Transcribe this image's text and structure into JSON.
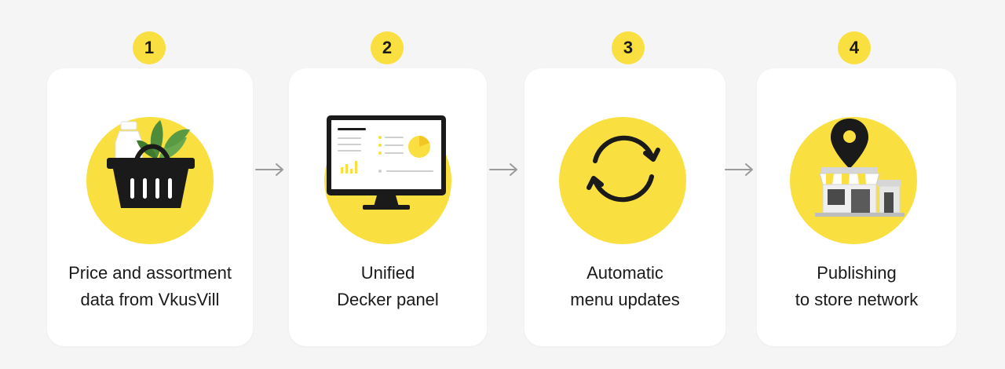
{
  "steps": [
    {
      "number": "1",
      "label_lines": [
        "Price and assortment",
        "data from VkusVill"
      ],
      "icon": "grocery-basket-icon"
    },
    {
      "number": "2",
      "label_lines": [
        "Unified",
        "Decker panel"
      ],
      "icon": "dashboard-monitor-icon"
    },
    {
      "number": "3",
      "label_lines": [
        "Automatic",
        "menu updates"
      ],
      "icon": "sync-arrows-icon"
    },
    {
      "number": "4",
      "label_lines": [
        "Publishing",
        "to store network"
      ],
      "icon": "store-location-icon"
    }
  ],
  "colors": {
    "accent": "#f9df3f",
    "background": "#f5f5f5",
    "card": "#ffffff",
    "text": "#1a1a1a",
    "arrow": "#9a9a9a"
  }
}
